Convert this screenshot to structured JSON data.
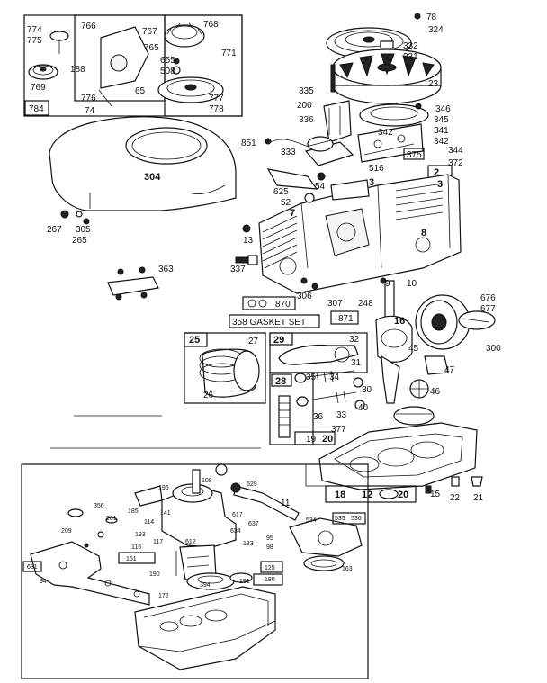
{
  "colors": {
    "ink": "#111111",
    "paper": "#ffffff"
  },
  "labels": {
    "774": "774",
    "775": "775",
    "766": "766",
    "767": "767",
    "768": "768",
    "771": "771",
    "765": "765",
    "655": "655",
    "508": "508",
    "769": "769",
    "188": "188",
    "776": "776",
    "74": "74",
    "65": "65",
    "777": "777",
    "778": "778",
    "784": "784",
    "78": "78",
    "324": "324",
    "332": "332",
    "331": "331",
    "23": "23",
    "335": "335",
    "200": "200",
    "336": "336",
    "346": "346",
    "345": "345",
    "341": "341",
    "342": "342",
    "851": "851",
    "333": "333",
    "344": "344",
    "372": "372",
    "375": "375",
    "516": "516",
    "2": "2",
    "3": "3",
    "304": "304",
    "54": "54",
    "625": "625",
    "52": "52",
    "267": "267",
    "305": "305",
    "265": "265",
    "13": "13",
    "7": "7",
    "8": "8",
    "337": "337",
    "363": "363",
    "9": "9",
    "10": "10",
    "306": "306",
    "307": "307",
    "248": "248",
    "kit_label": "870",
    "gasket_set": "358 GASKET SET",
    "871": "871",
    "676": "676",
    "677": "677",
    "16": "16",
    "45": "45",
    "300": "300",
    "25": "25",
    "27": "27",
    "26": "26",
    "29": "29",
    "32": "32",
    "31": "31",
    "47": "47",
    "28": "28",
    "35": "35",
    "34": "34",
    "30": "30",
    "46": "46",
    "36": "36",
    "33": "33",
    "40": "40",
    "377": "377",
    "19": "19",
    "20": "20",
    "18": "18",
    "12": "12",
    "15": "15",
    "22": "22",
    "21": "21",
    "356": "356",
    "196": "196",
    "108": "108",
    "529": "529",
    "11": "11",
    "209": "209",
    "201": "201",
    "185": "185",
    "141": "141",
    "114": "114",
    "193": "193",
    "617": "617",
    "534": "534",
    "535": "535",
    "536": "536",
    "637": "637",
    "634": "634",
    "95": "95",
    "98": "98",
    "133": "133",
    "117": "117",
    "116": "116",
    "612": "612",
    "161": "161",
    "631": "631",
    "163": "163",
    "94": "94",
    "190": "190",
    "394": "394",
    "191": "191",
    "180": "180",
    "172": "172",
    "125": "125"
  }
}
